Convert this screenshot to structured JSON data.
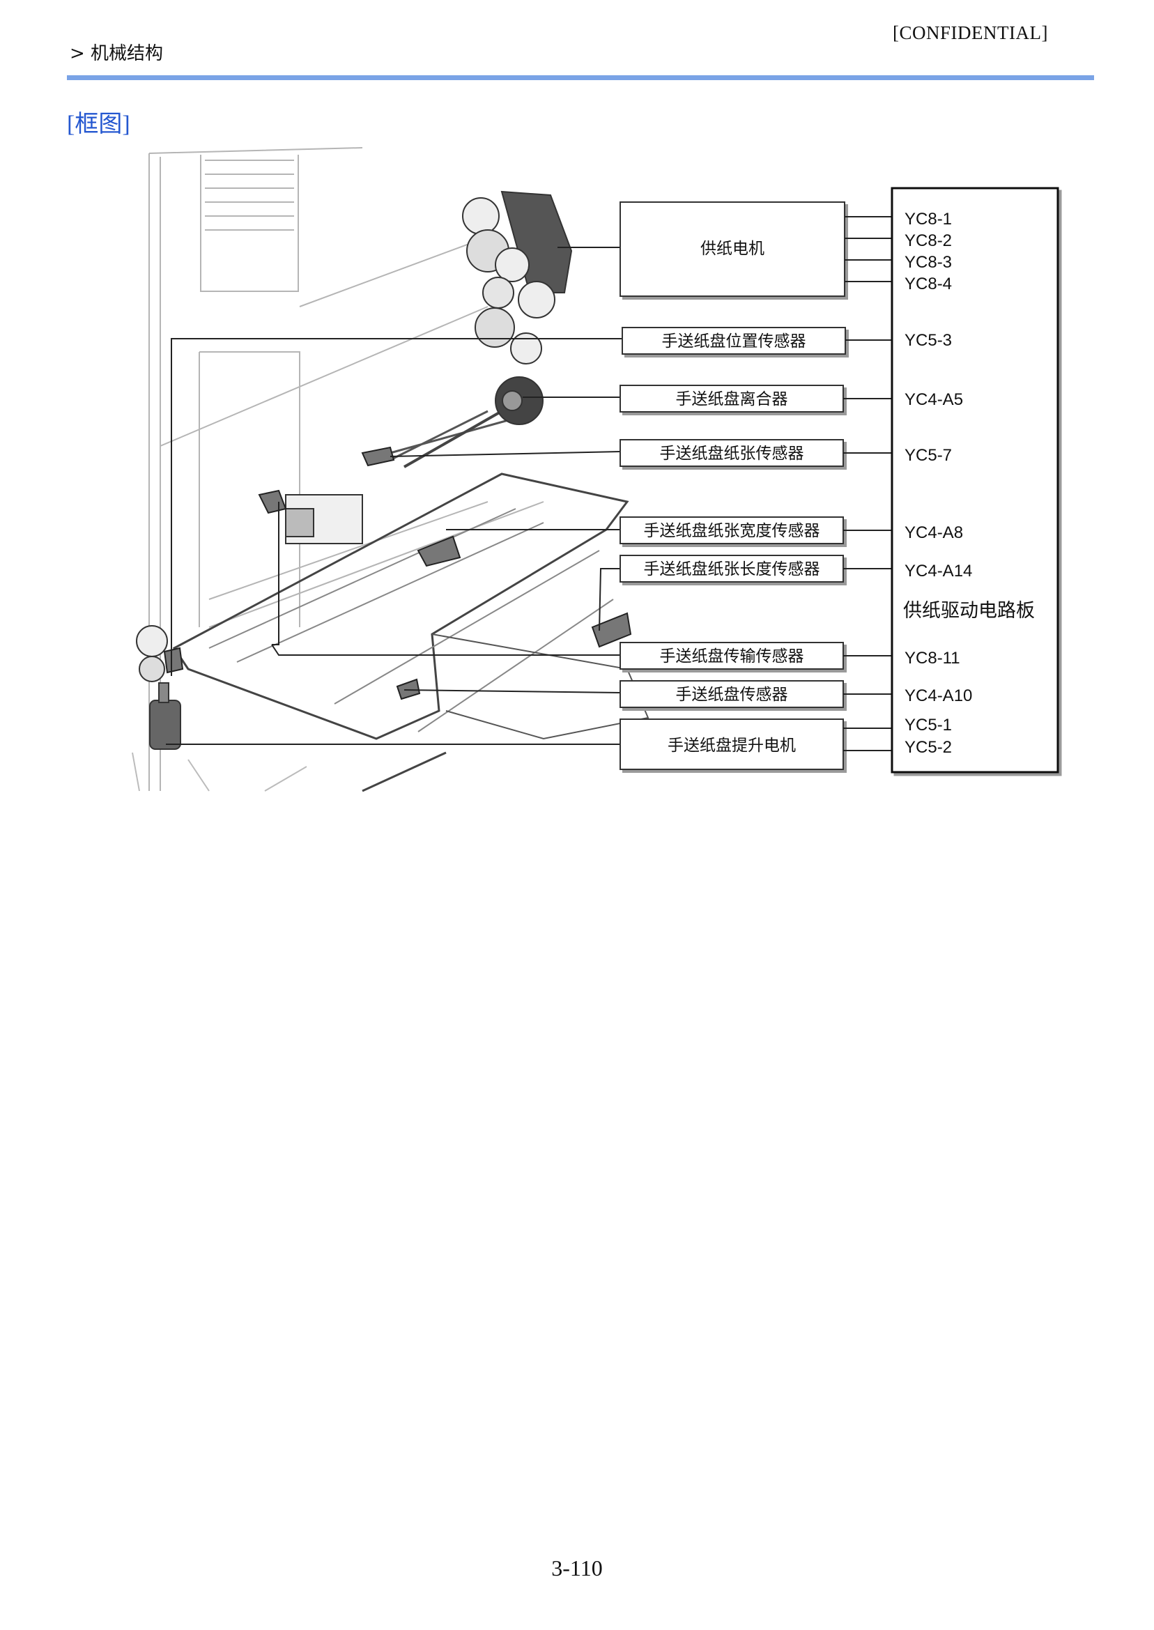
{
  "header": {
    "breadcrumb": "> 机械结构",
    "confidential": "[CONFIDENTIAL]"
  },
  "section": {
    "title": "[框图]"
  },
  "diagram": {
    "components": [
      "供纸电机",
      "手送纸盘位置传感器",
      "手送纸盘离合器",
      "手送纸盘纸张传感器",
      "手送纸盘纸张宽度传感器",
      "手送纸盘纸张长度传感器",
      "手送纸盘传输传感器",
      "手送纸盘传感器",
      "手送纸盘提升电机"
    ],
    "board": {
      "name": "供纸驱动电路板",
      "pins": [
        "YC8-1",
        "YC8-2",
        "YC8-3",
        "YC8-4",
        "YC5-3",
        "YC4-A5",
        "YC5-7",
        "YC4-A8",
        "YC4-A14",
        "YC8-11",
        "YC4-A10",
        "YC5-1",
        "YC5-2"
      ]
    }
  },
  "footer": {
    "page_number": "3-110"
  }
}
